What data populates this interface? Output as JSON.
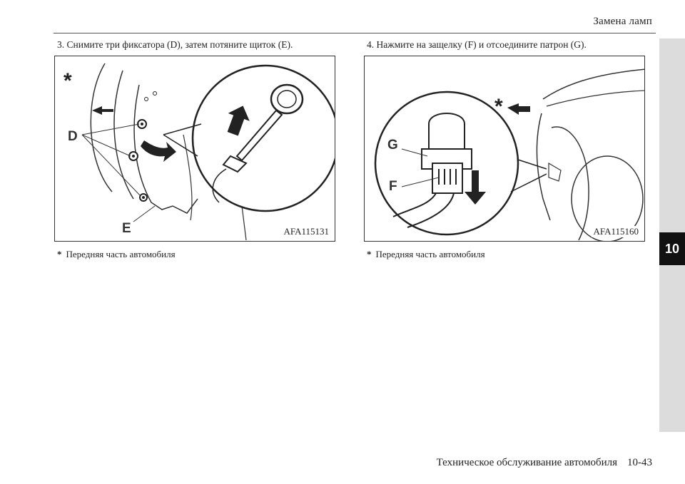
{
  "header": {
    "title": "Замена ламп"
  },
  "chapter_tab": {
    "number": "10"
  },
  "steps": {
    "left": "3. Снимите три фиксатора (D), затем потяните щиток (E).",
    "right": "4. Нажмите на защелку (F) и отсоедините патрон (G)."
  },
  "figures": {
    "left": {
      "code": "AFA115131",
      "labels": {
        "d": "D",
        "e": "E",
        "star": "*"
      }
    },
    "right": {
      "code": "AFA115160",
      "labels": {
        "g": "G",
        "f": "F",
        "star": "*"
      }
    }
  },
  "footnotes": {
    "left": {
      "mark": "*",
      "text": "Передняя часть автомобиля"
    },
    "right": {
      "mark": "*",
      "text": "Передняя часть автомобиля"
    }
  },
  "footer": {
    "section": "Техническое обслуживание автомобиля",
    "page": "10-43"
  }
}
